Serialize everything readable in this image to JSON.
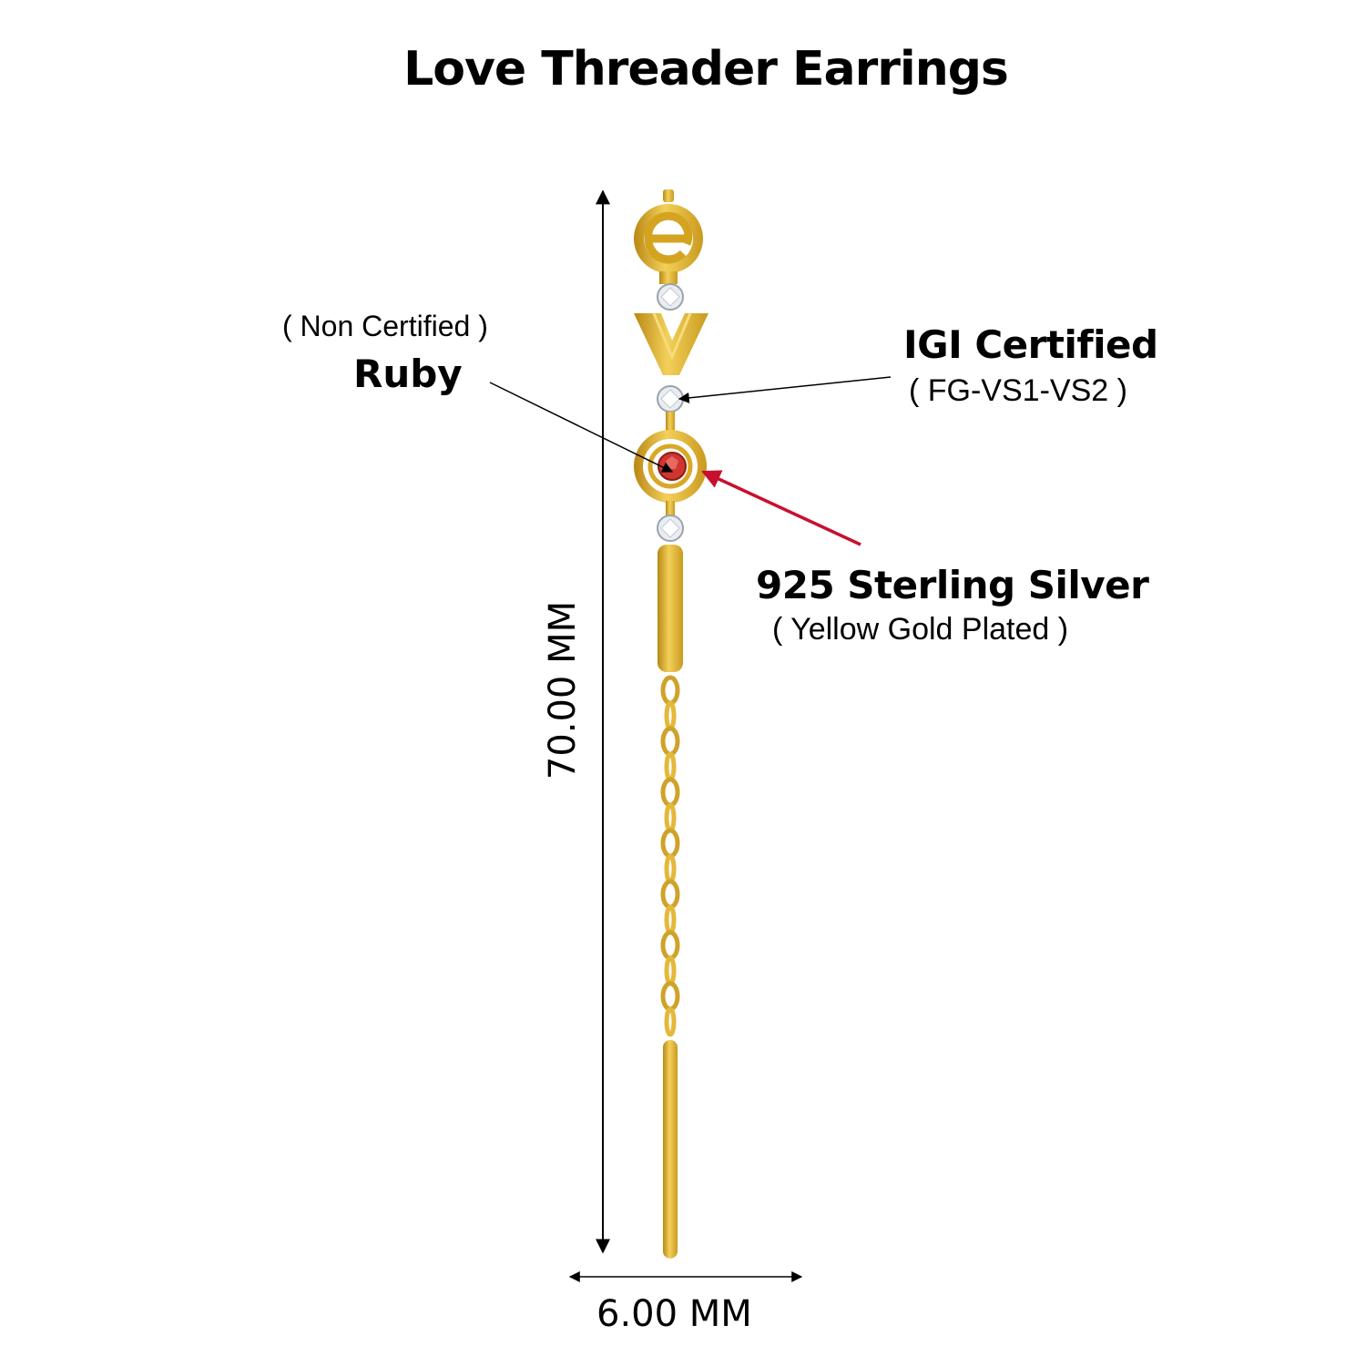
{
  "title": "Love Threader  Earrings",
  "callouts": {
    "ruby": {
      "note": "( Non Certified )",
      "name": "Ruby"
    },
    "diamond": {
      "name": "IGI Certified",
      "grade": "( FG-VS1-VS2 )"
    },
    "metal": {
      "name": "925 Sterling Silver",
      "finish": "( Yellow Gold Plated )"
    }
  },
  "dimensions": {
    "height": "70.00 MM",
    "width": "6.00 MM"
  },
  "colors": {
    "gold": "#e2b530",
    "gold_dark": "#b98714",
    "ruby": "#d0352f",
    "accent_arrow": "#c8102e",
    "diamond": "#eef1f4"
  }
}
